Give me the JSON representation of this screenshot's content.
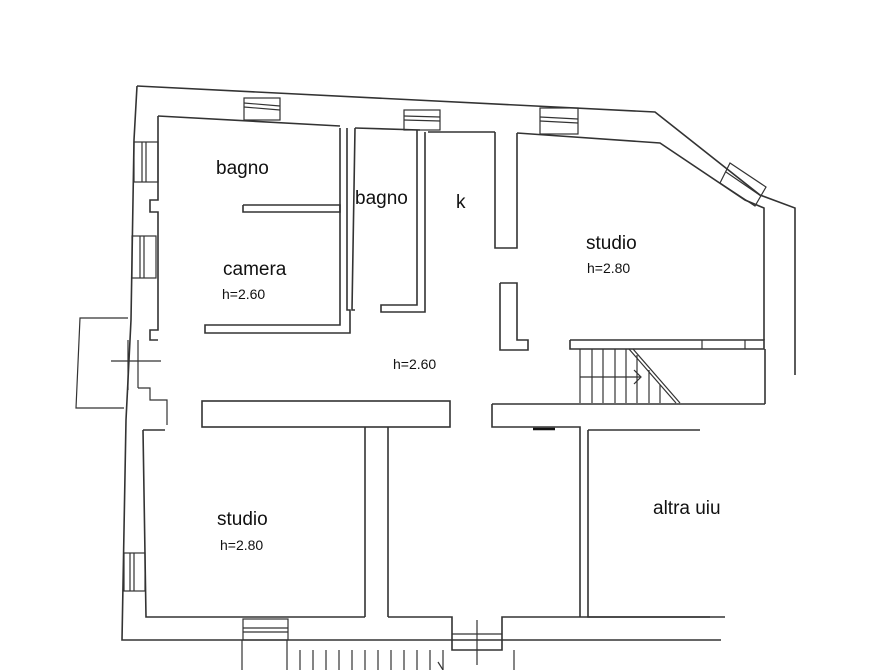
{
  "plan": {
    "stroke_color": "#333333",
    "background": "#ffffff",
    "rooms": [
      {
        "id": "bagno-1",
        "name": "bagno",
        "height": ""
      },
      {
        "id": "bagno-2",
        "name": "bagno",
        "height": ""
      },
      {
        "id": "kitchen",
        "name": "k",
        "height": ""
      },
      {
        "id": "camera",
        "name": "camera",
        "height": "h=2.60"
      },
      {
        "id": "studio-ne",
        "name": "studio",
        "height": "h=2.80"
      },
      {
        "id": "corridor",
        "name": "",
        "height": "h=2.60"
      },
      {
        "id": "studio-sw",
        "name": "studio",
        "height": "h=2.80"
      },
      {
        "id": "altra-uiu",
        "name": "altra uiu",
        "height": ""
      }
    ]
  }
}
